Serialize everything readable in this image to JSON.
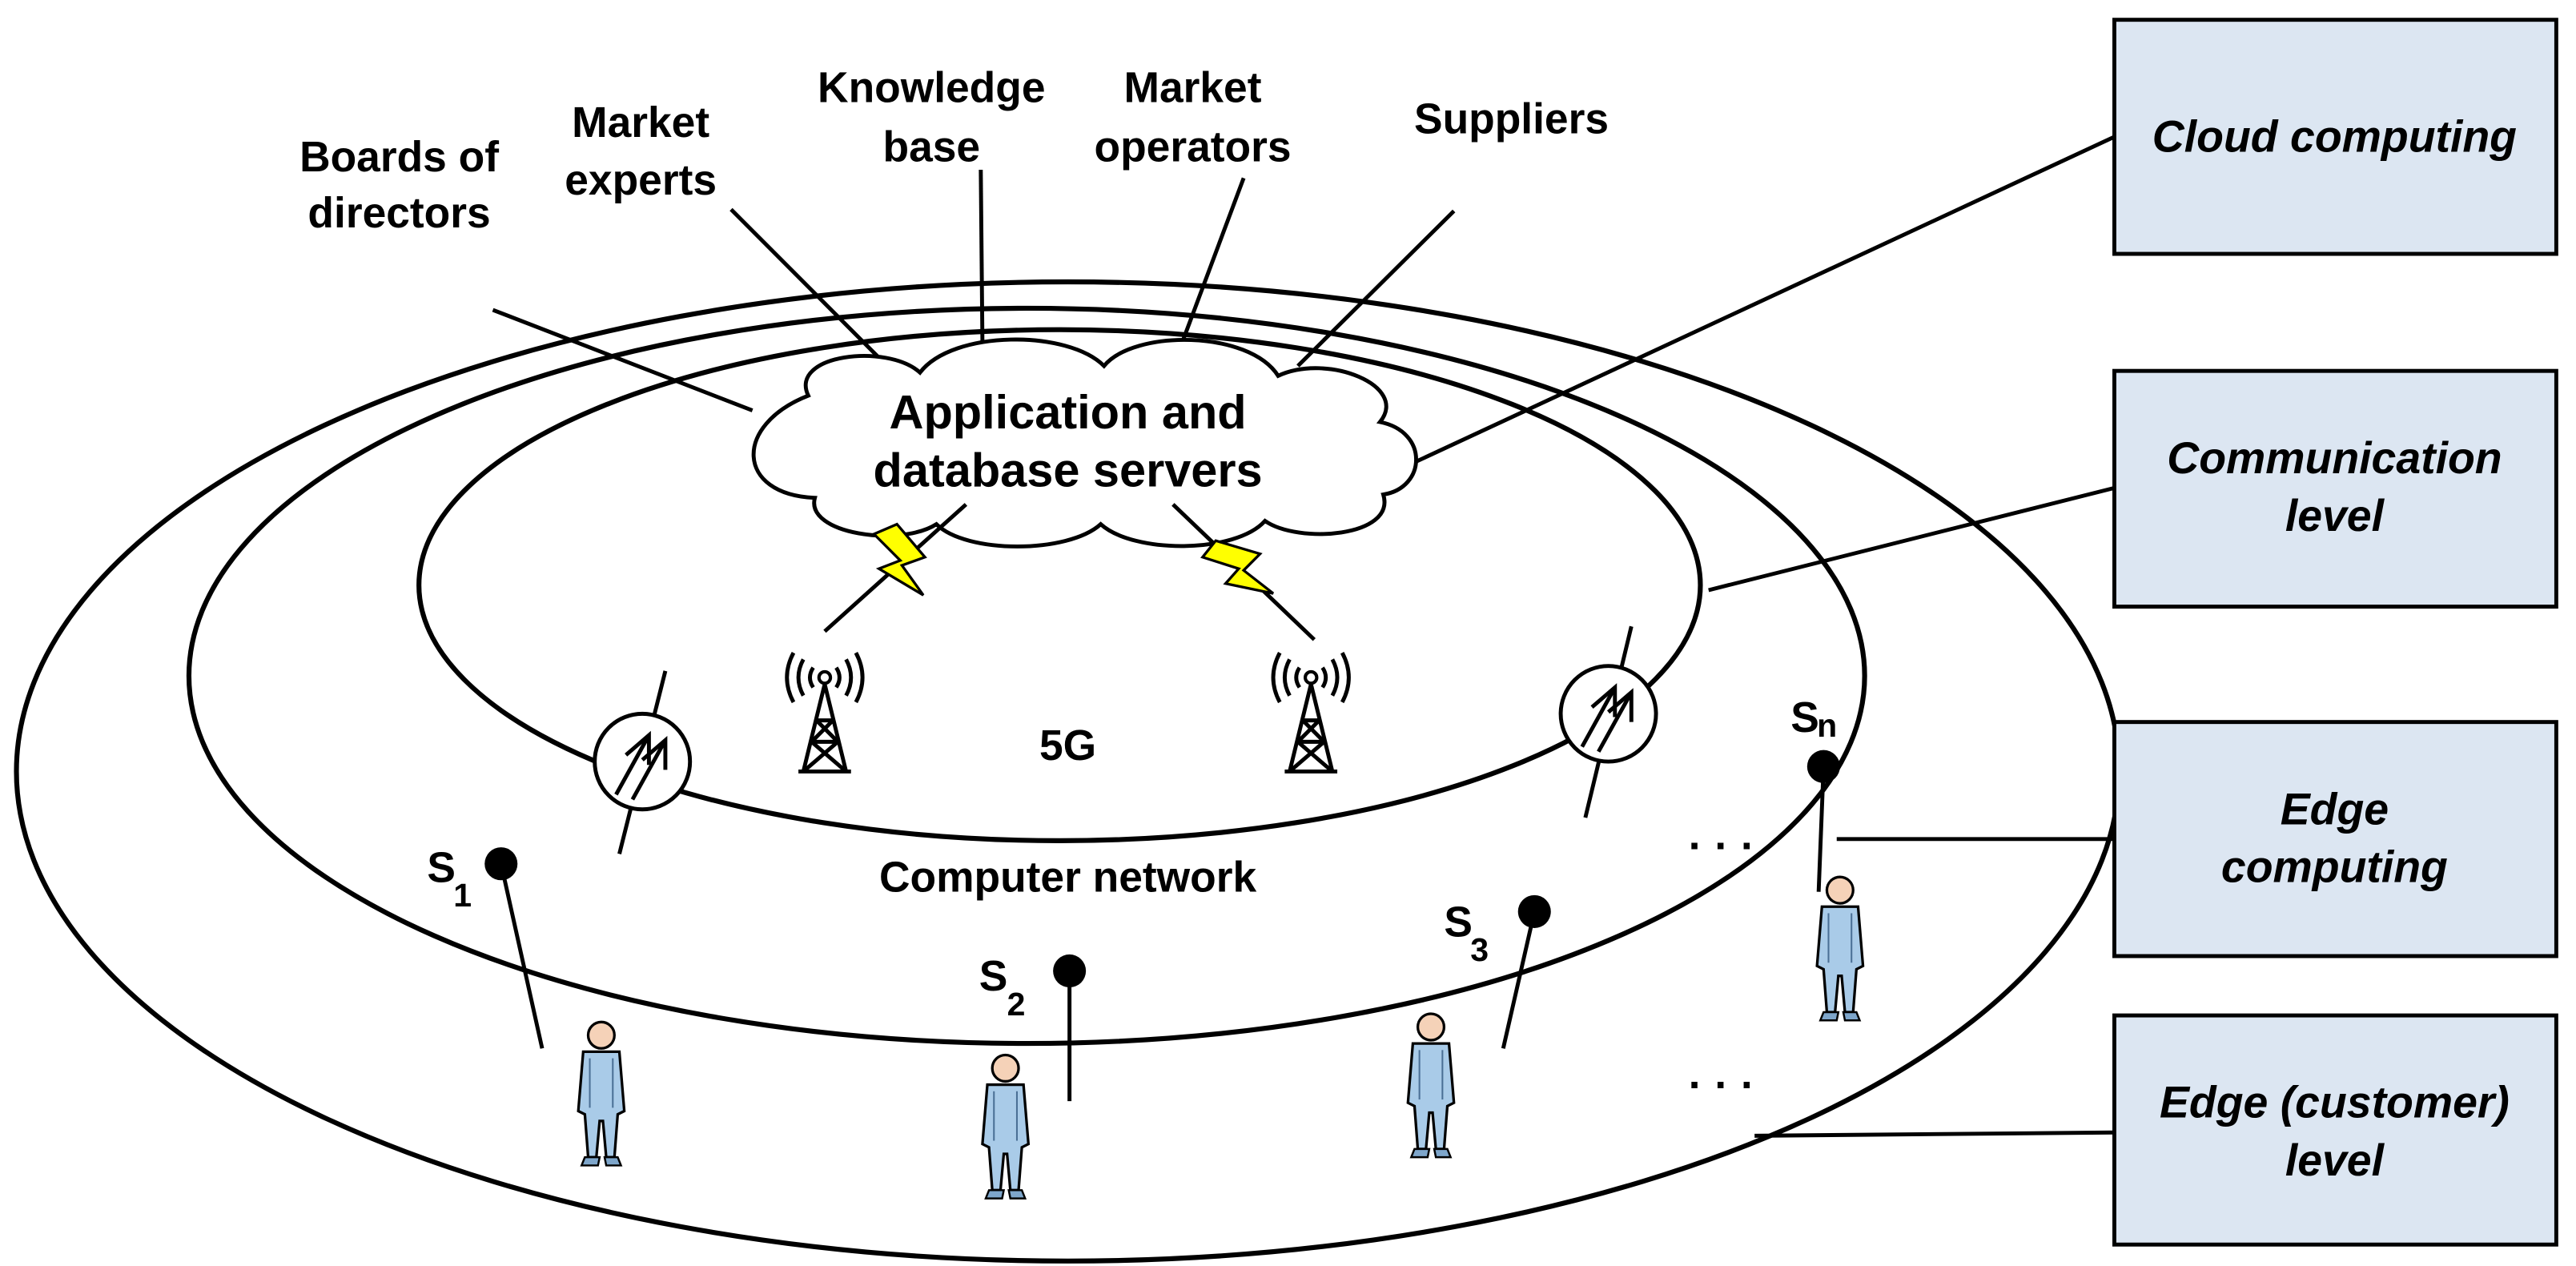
{
  "stakeholders": {
    "boards": [
      "Boards of",
      "directors"
    ],
    "experts": [
      "Market",
      "experts"
    ],
    "knowledge": [
      "Knowledge",
      "base"
    ],
    "operators": [
      "Market",
      "operators"
    ],
    "suppliers": [
      "Suppliers"
    ]
  },
  "cloud": [
    "Application and",
    "database servers"
  ],
  "network": {
    "g5": "5G",
    "computer": "Computer network"
  },
  "sensors": [
    {
      "main": "S",
      "sub": "1"
    },
    {
      "main": "S",
      "sub": "2"
    },
    {
      "main": "S",
      "sub": "3"
    },
    {
      "main": "S",
      "sub": "n"
    }
  ],
  "ellipsis": "· · ·",
  "levels": {
    "cloud_computing": [
      "Cloud computing"
    ],
    "communication": [
      "Communication",
      "level"
    ],
    "edge_computing": [
      "Edge",
      "computing"
    ],
    "edge_customer": [
      "Edge (customer)",
      "level"
    ]
  },
  "colors": {
    "box_fill": "#dce6f2",
    "lightning": "#ffff00",
    "person_fill": "#a9cbe8",
    "person_head": "#f5d2b8"
  }
}
